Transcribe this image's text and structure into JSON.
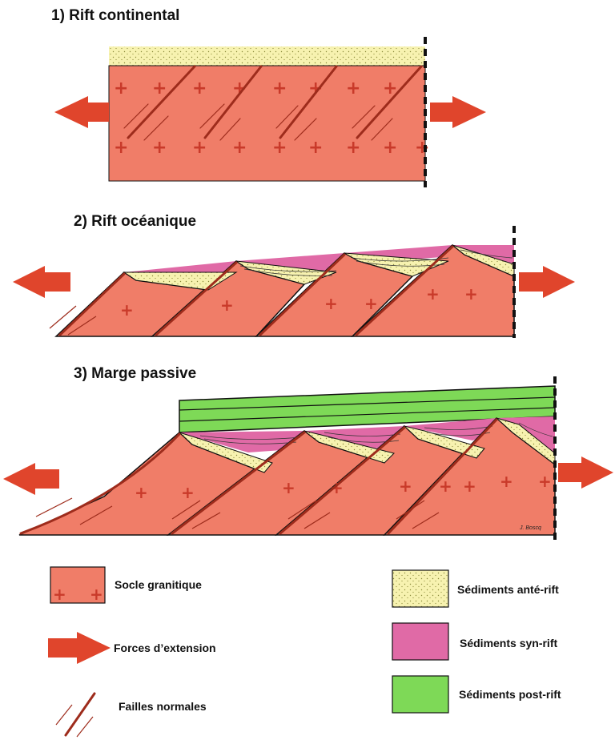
{
  "panels": [
    {
      "title": "1) Rift continental"
    },
    {
      "title": "2) Rift océanique"
    },
    {
      "title": "3) Marge passive"
    }
  ],
  "credit": "J. Boscq",
  "legend": {
    "granite": "Socle granitique",
    "force": "Forces d’extension",
    "faults": "Failles normales",
    "ante_rift": "Sédiments anté-rift",
    "syn_rift": "Sédiments syn-rift",
    "post_rift": "Sédiments post-rift"
  },
  "colors": {
    "granite": "#f07d68",
    "cross": "#c93a2a",
    "arrow": "#e0452c",
    "ante_rift": "#f7f2b0",
    "syn_rift": "#e06aa6",
    "post_rift": "#7ed957",
    "fault": "#9e2c1c",
    "outline": "#111111"
  }
}
